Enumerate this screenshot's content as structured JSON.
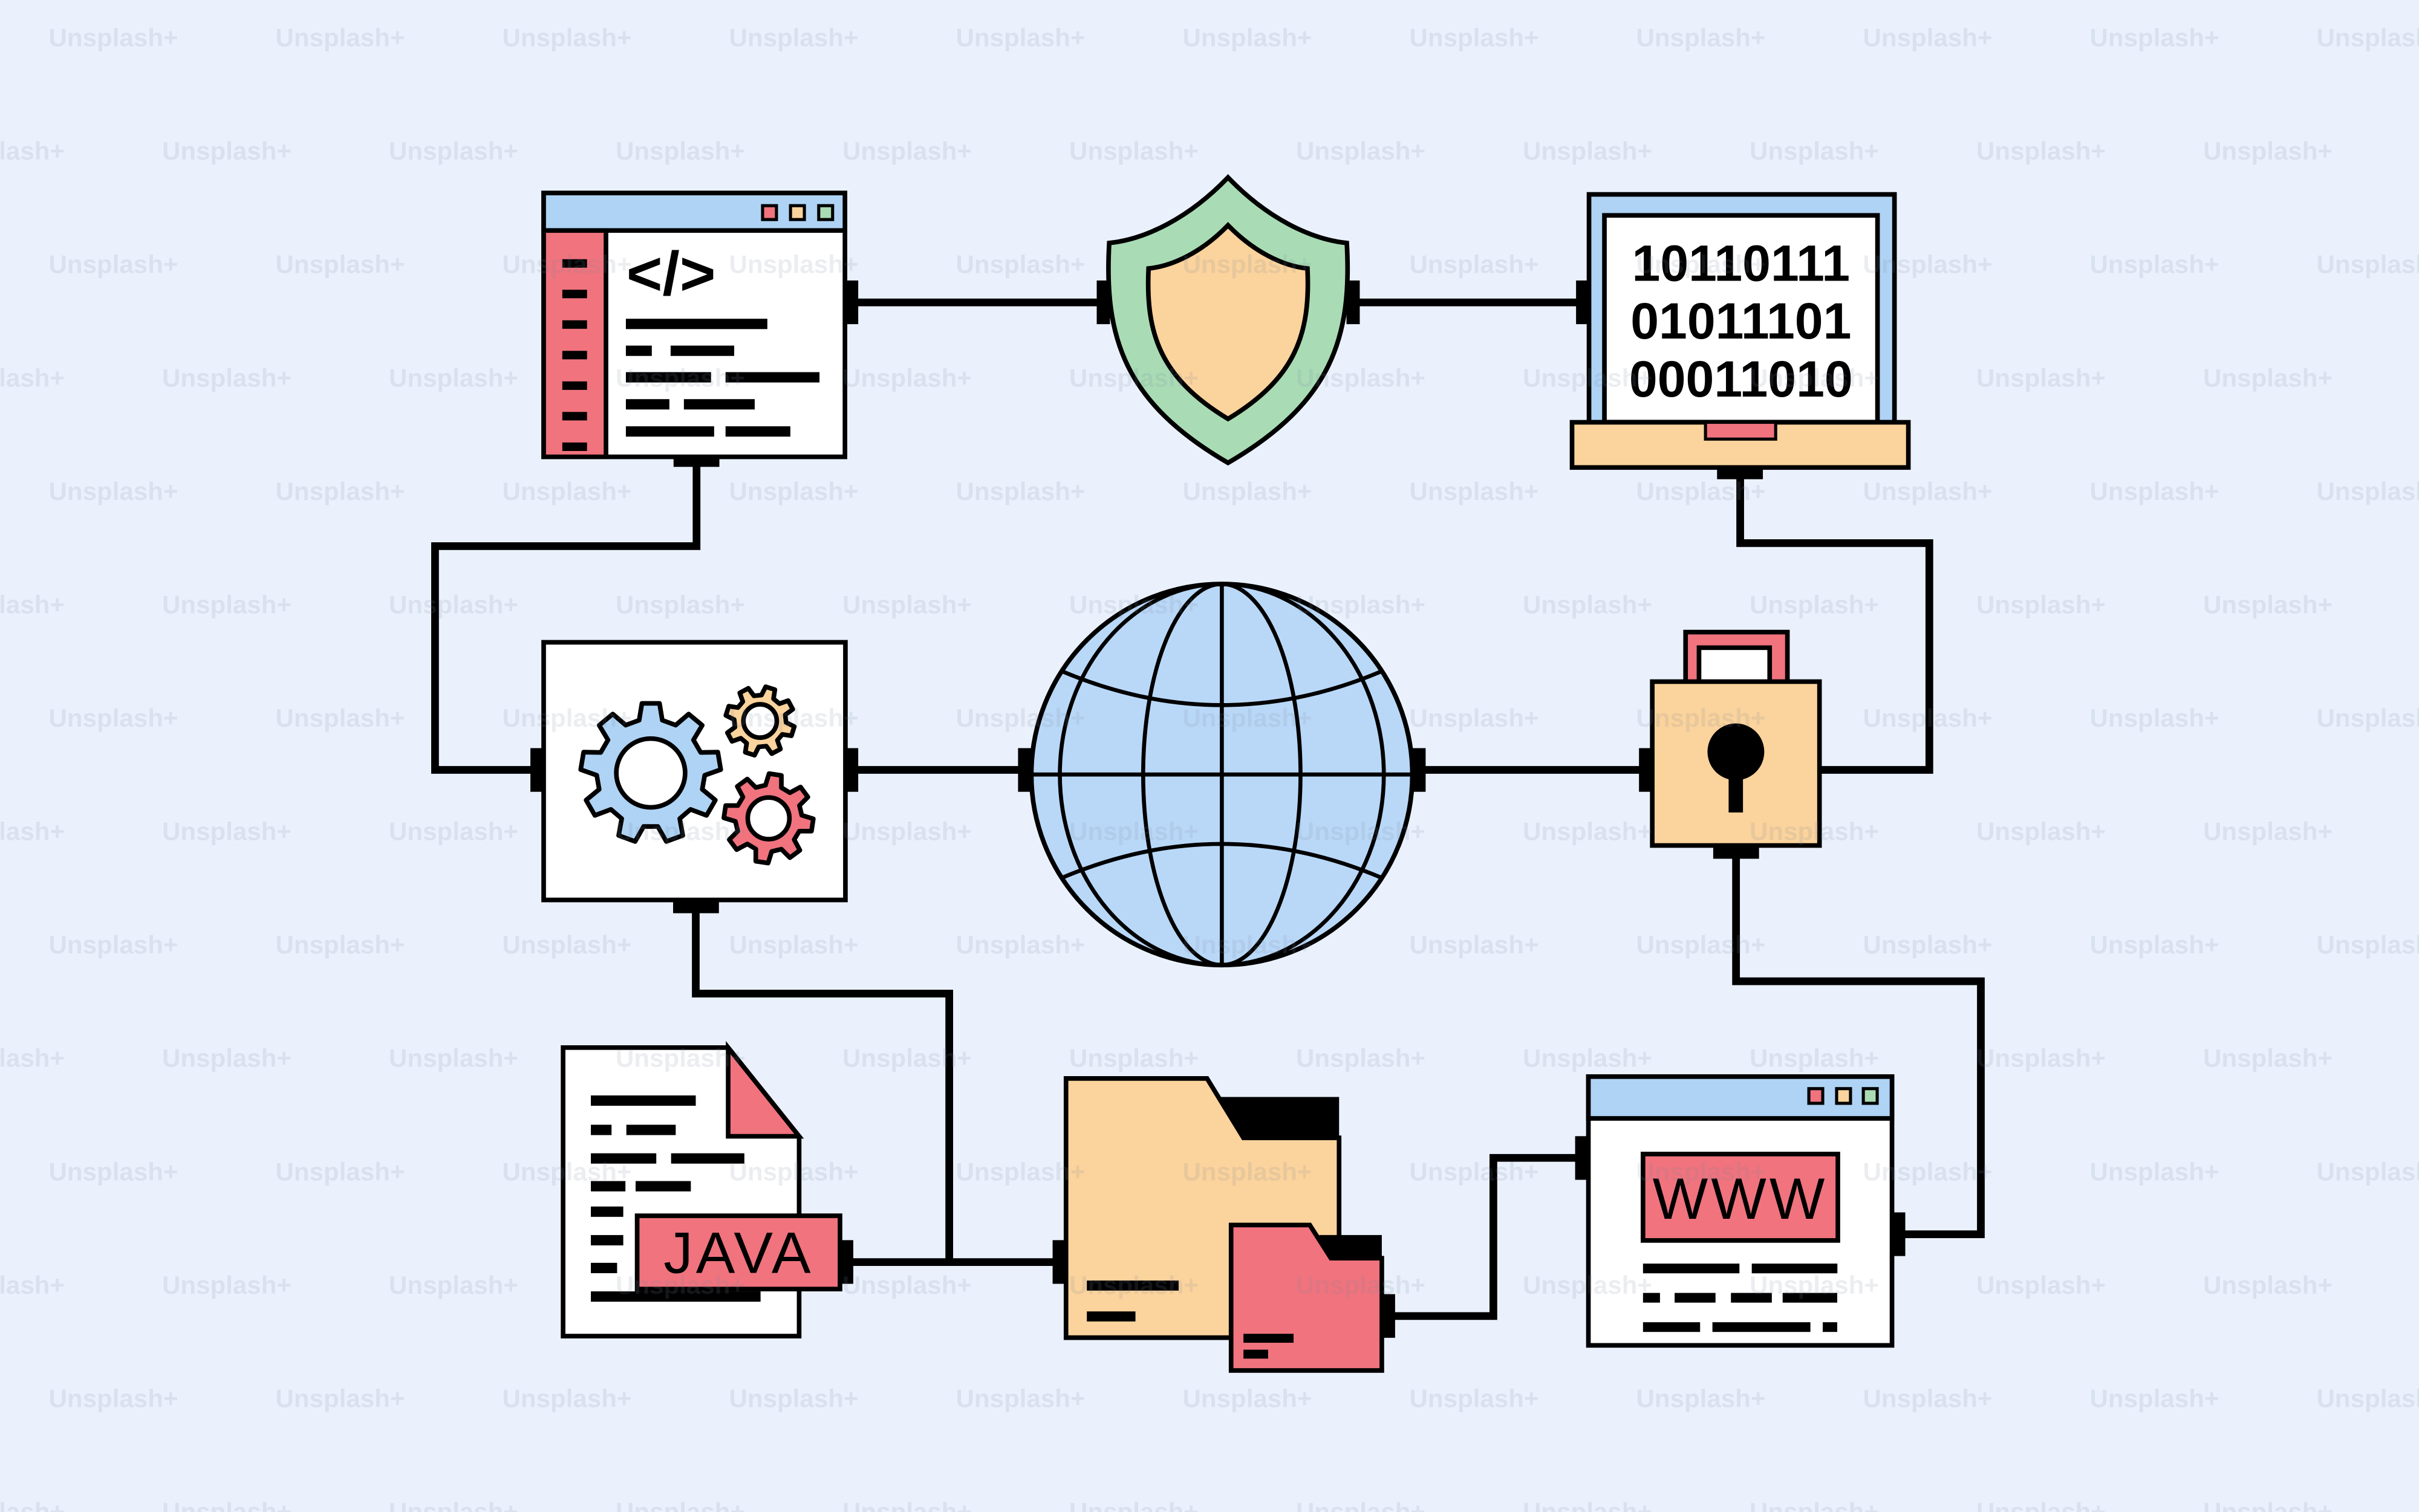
{
  "watermark": {
    "text": "Unsplash+"
  },
  "code_window": {
    "icon_glyph": "</>"
  },
  "laptop": {
    "lines": [
      "10110111",
      "01011101",
      "00011010"
    ]
  },
  "java_doc": {
    "label": "JAVA"
  },
  "www_window": {
    "label": "WWW"
  },
  "colors": {
    "background": "#eaf1fd",
    "window_blue": "#aed3f5",
    "globe_blue": "#b9d8f8",
    "red": "#f0737e",
    "orange": "#fbd39c",
    "green": "#a9dcb5",
    "outline": "#000000",
    "watermark_gray": "#7e8a9e"
  }
}
